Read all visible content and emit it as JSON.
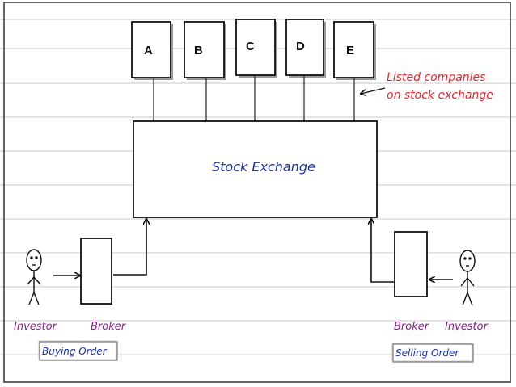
{
  "colors": {
    "ruled_line": "#c8c8c8",
    "frame": "#333333",
    "box_border": "#111111",
    "exchange_label": "#1a2fb0",
    "annotation": "#e8262b",
    "role_label": "#8b1a8b",
    "order_label": "#1a2fb0",
    "order_box_border": "#777777"
  },
  "companies": [
    "A",
    "B",
    "C",
    "D",
    "E"
  ],
  "annotation": {
    "line1": "Listed companies",
    "line2": "on stock exchange"
  },
  "exchange": {
    "label": "Stock Exchange"
  },
  "left": {
    "investor_label": "Investor",
    "broker_label": "Broker",
    "order_label": "Buying Order"
  },
  "right": {
    "broker_label": "Broker",
    "investor_label": "Investor",
    "order_label": "Selling Order"
  }
}
